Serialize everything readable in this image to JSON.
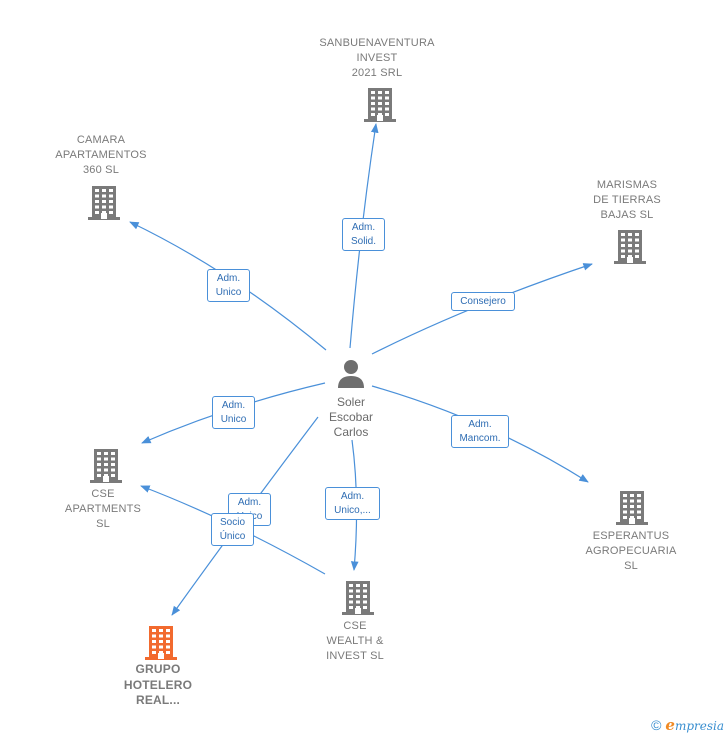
{
  "center": {
    "name": "Soler\nEscobar\nCarlos"
  },
  "companies": [
    {
      "id": "sanbuenaventura",
      "name": "SANBUENAVENTURA\nINVEST\n2021 SRL",
      "highlight": false
    },
    {
      "id": "camara",
      "name": "CAMARA\nAPARTAMENTOS\n360  SL",
      "highlight": false
    },
    {
      "id": "marismas",
      "name": "MARISMAS\nDE TIERRAS\nBAJAS SL",
      "highlight": false
    },
    {
      "id": "cse-apartments",
      "name": "CSE\nAPARTMENTS\nSL",
      "highlight": false
    },
    {
      "id": "esperantus",
      "name": "ESPERANTUS\nAGROPECUARIA\nSL",
      "highlight": false
    },
    {
      "id": "cse-wealth",
      "name": "CSE\nWEALTH &\nINVEST  SL",
      "highlight": false
    },
    {
      "id": "grupo-hotelero",
      "name": "GRUPO\nHOTELERO\nREAL...",
      "highlight": true
    }
  ],
  "relations": [
    {
      "to": "sanbuenaventura",
      "label": "Adm.\nSolid."
    },
    {
      "to": "camara",
      "label": "Adm.\nUnico"
    },
    {
      "to": "marismas",
      "label": "Consejero"
    },
    {
      "to": "cse-apartments",
      "label": "Adm.\nUnico"
    },
    {
      "to": "esperantus",
      "label": "Adm.\nMancom."
    },
    {
      "to": "cse-wealth",
      "label": "Adm.\nUnico,..."
    },
    {
      "to": "grupo-hotelero",
      "label": "Adm.\nUnico"
    },
    {
      "to": "cse-apartments",
      "label": "Socio\nÚnico",
      "from": "cse-wealth"
    }
  ],
  "colors": {
    "edge": "#4a90d9",
    "building": "#7a7a7a",
    "highlight": "#f26a2e",
    "person": "#6e6e6e"
  },
  "footer": {
    "copyright": "©",
    "brand_initial": "e",
    "brand_rest": "mpresia"
  }
}
